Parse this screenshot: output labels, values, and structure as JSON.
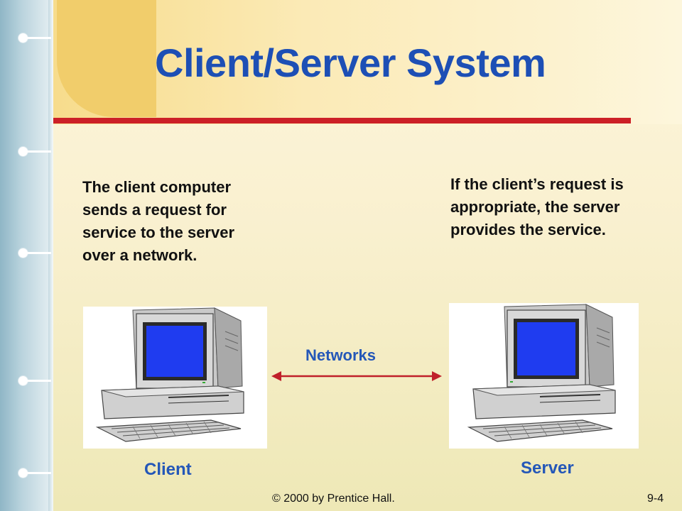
{
  "slide": {
    "title": "Client/Server System",
    "left_text": "The client computer sends a request for service to the server over a network.",
    "right_text": "If the client’s request is appropriate, the server provides the service.",
    "network_label": "Networks",
    "client_label": "Client",
    "server_label": "Server",
    "footer": "© 2000 by Prentice Hall.",
    "page_number": "9-4"
  },
  "colors": {
    "title": "#1d4fb5",
    "accent_rule": "#cc2027",
    "label_blue": "#2457b8",
    "screen_blue": "#1f3cf0"
  },
  "icons": [
    "computer-icon",
    "double-arrow-icon"
  ]
}
